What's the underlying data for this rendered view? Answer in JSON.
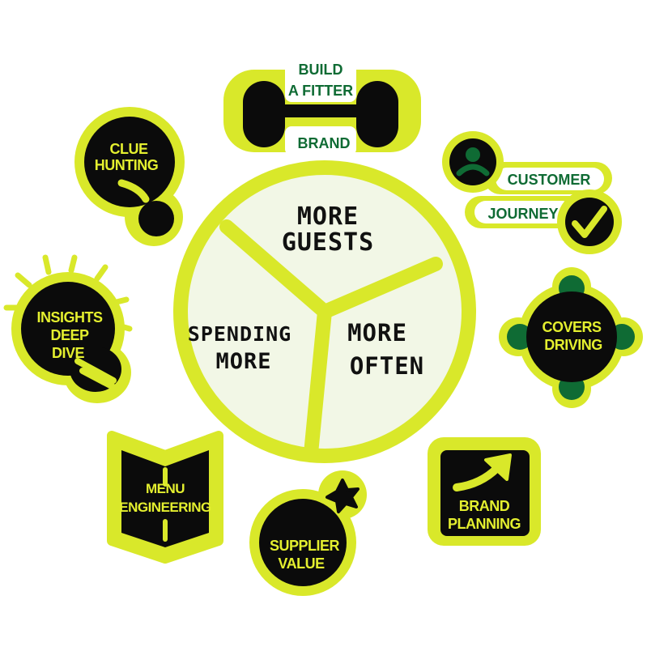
{
  "colors": {
    "lime": "#d9e82a",
    "lime_light": "#e4ef2f",
    "pale": "#f2f7e6",
    "dark": "#0b0b0b",
    "green": "#0f6b34"
  },
  "wheel": {
    "segments": [
      {
        "line1": "MORE",
        "line2": "GUESTS"
      },
      {
        "line1": "SPENDING",
        "line2": "MORE"
      },
      {
        "line1": "MORE",
        "line2": "OFTEN"
      }
    ]
  },
  "badges": {
    "build_brand": {
      "line1": "BUILD",
      "line2": "A FITTER",
      "line3": "BRAND",
      "icon": "dumbbell-icon"
    },
    "clue_hunting": {
      "line1": "CLUE",
      "line2": "HUNTING",
      "icon": "magnifier-icon"
    },
    "customer_journey": {
      "line1": "CUSTOMER",
      "line2": "JOURNEY",
      "icons": [
        "person-icon",
        "checkmark-icon"
      ]
    },
    "insights": {
      "line1": "INSIGHTS",
      "line2": "DEEP",
      "line3": "DIVE",
      "icon": "lightbulb-icon"
    },
    "covers_driving": {
      "line1": "COVERS",
      "line2": "DRIVING",
      "icon": "plate-icon"
    },
    "menu_engineering": {
      "line1": "MENU",
      "line2": "ENGINEERING",
      "icon": "menu-book-icon"
    },
    "supplier_value": {
      "line1": "SUPPLIER",
      "line2": "VALUE",
      "icon": "bomb-icon"
    },
    "brand_planning": {
      "line1": "BRAND",
      "line2": "PLANNING",
      "icon": "rising-arrow-icon"
    }
  }
}
